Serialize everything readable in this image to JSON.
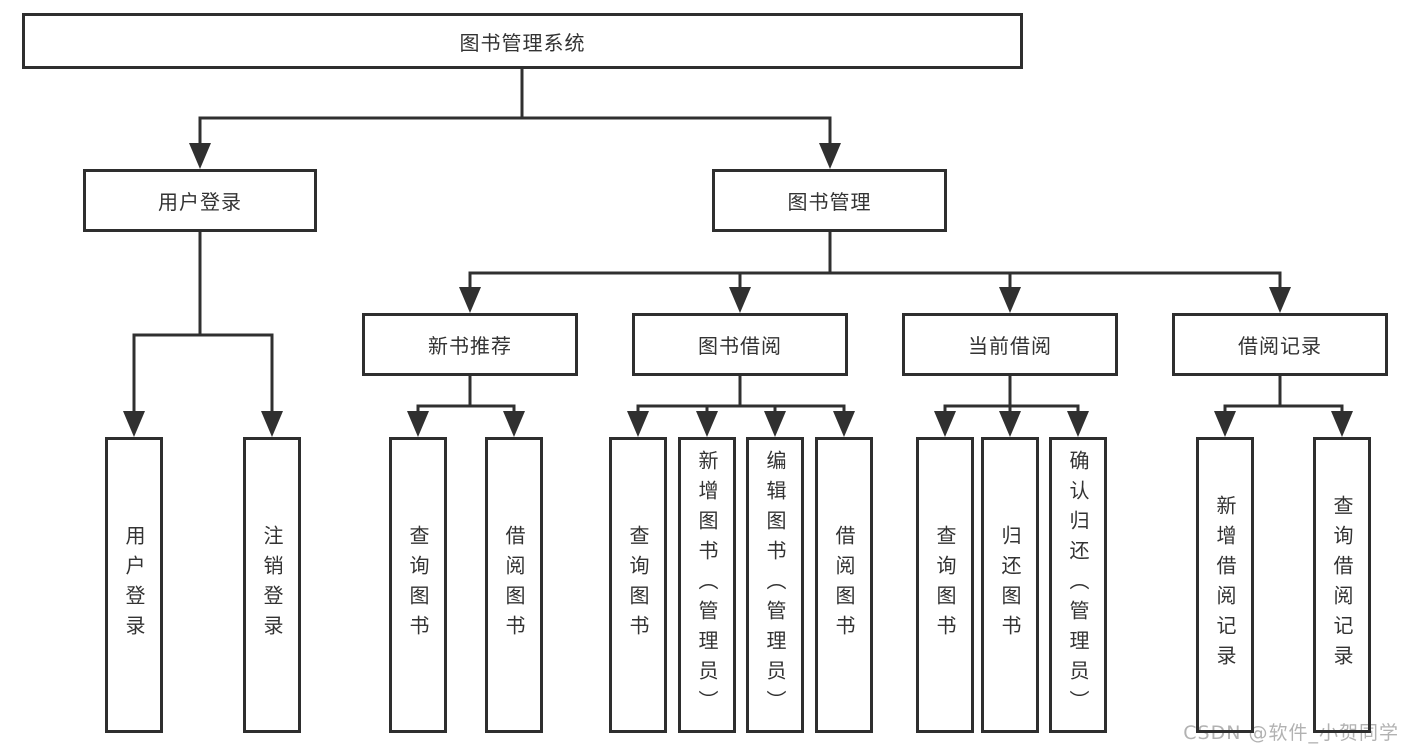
{
  "colors": {
    "line": "#303030",
    "box_border": "#2e2e2e",
    "text": "#333333",
    "watermark": "#b2b2b2",
    "background": "#ffffff"
  },
  "tree": {
    "root": {
      "label": "图书管理系统"
    },
    "branches": [
      {
        "label": "用户登录",
        "children": [
          "用户登录",
          "注销登录"
        ]
      },
      {
        "label": "图书管理",
        "groups": [
          {
            "label": "新书推荐",
            "children": [
              "查询图书",
              "借阅图书"
            ]
          },
          {
            "label": "图书借阅",
            "children": [
              "查询图书",
              "新增图书（管理员）",
              "编辑图书（管理员）",
              "借阅图书"
            ]
          },
          {
            "label": "当前借阅",
            "children": [
              "查询图书",
              "归还图书",
              "确认归还（管理员）"
            ]
          },
          {
            "label": "借阅记录",
            "children": [
              "新增借阅记录",
              "查询借阅记录"
            ]
          }
        ]
      }
    ]
  },
  "watermark": {
    "text": "CSDN @软件_小贺同学"
  }
}
